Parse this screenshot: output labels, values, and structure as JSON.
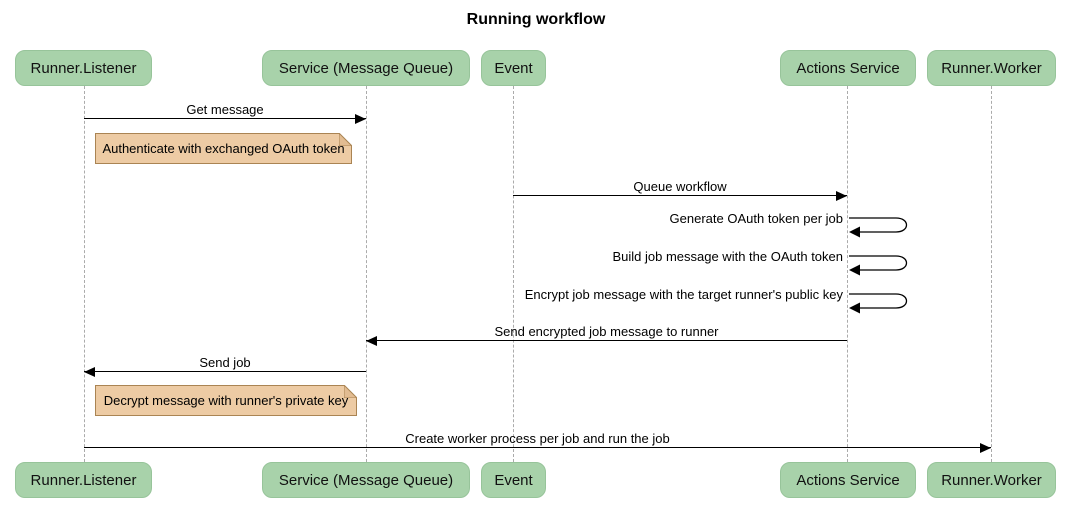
{
  "title": "Running workflow",
  "participants": [
    {
      "label": "Runner.Listener"
    },
    {
      "label": "Service (Message Queue)"
    },
    {
      "label": "Event"
    },
    {
      "label": "Actions Service"
    },
    {
      "label": "Runner.Worker"
    }
  ],
  "messages": [
    {
      "label": "Get message",
      "from": "Runner.Listener",
      "to": "Service (Message Queue)",
      "kind": "solid-arrow"
    },
    {
      "label": "Queue workflow",
      "from": "Event",
      "to": "Actions Service",
      "kind": "solid-arrow"
    },
    {
      "label": "Generate OAuth token per job",
      "from": "Actions Service",
      "to": "Actions Service",
      "kind": "self-loop"
    },
    {
      "label": "Build job message with the OAuth token",
      "from": "Actions Service",
      "to": "Actions Service",
      "kind": "self-loop"
    },
    {
      "label": "Encrypt job message with the target runner's public key",
      "from": "Actions Service",
      "to": "Actions Service",
      "kind": "self-loop"
    },
    {
      "label": "Send encrypted job message to runner",
      "from": "Actions Service",
      "to": "Service (Message Queue)",
      "kind": "solid-arrow"
    },
    {
      "label": "Send job",
      "from": "Service (Message Queue)",
      "to": "Runner.Listener",
      "kind": "solid-arrow"
    },
    {
      "label": "Create worker process per job and run the job",
      "from": "Runner.Listener",
      "to": "Runner.Worker",
      "kind": "solid-arrow"
    }
  ],
  "notes": [
    {
      "text": "Authenticate with exchanged OAuth token",
      "over": "Runner.Listener"
    },
    {
      "text": "Decrypt message with runner's private key",
      "over": "Runner.Listener"
    }
  ],
  "colors": {
    "participant_fill": "#A8D2AA",
    "participant_border": "#97C49A",
    "note_fill": "#EDCBA4",
    "note_border": "#AA8453",
    "lifeline": "#ABABAB",
    "arrow": "#000000"
  }
}
